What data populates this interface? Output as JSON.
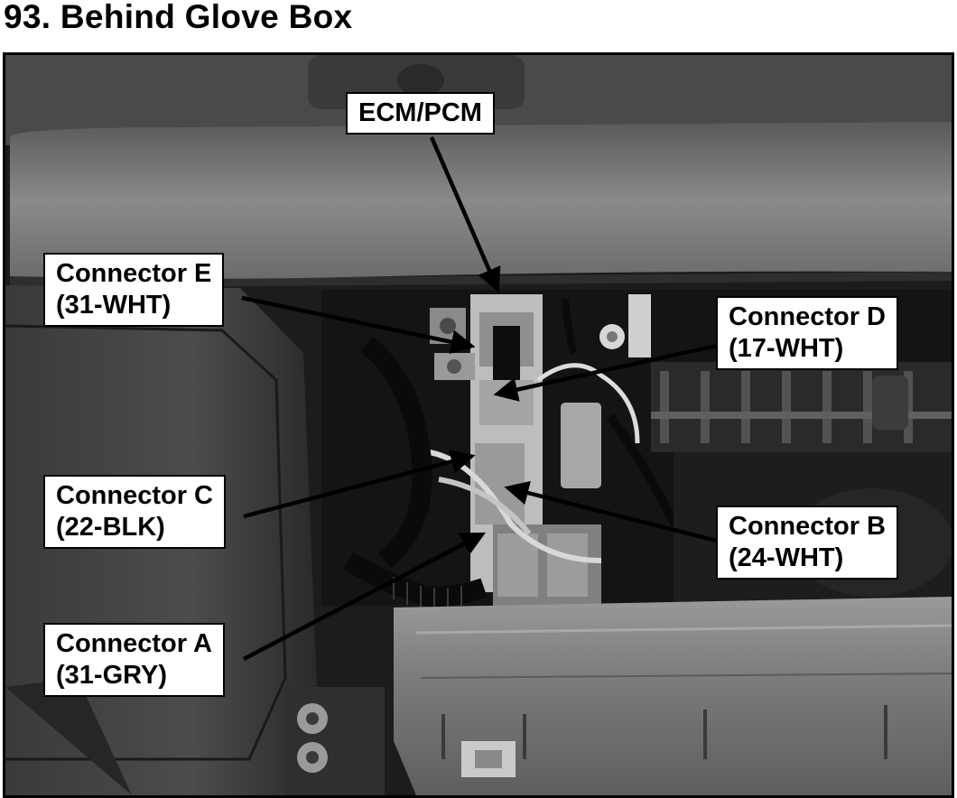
{
  "title": "93. Behind Glove Box",
  "callouts": {
    "ecm": {
      "line1": "ECM/PCM"
    },
    "conn_e": {
      "line1": "Connector E",
      "line2": "(31-WHT)"
    },
    "conn_d": {
      "line1": "Connector D",
      "line2": "(17-WHT)"
    },
    "conn_c": {
      "line1": "Connector C",
      "line2": "(22-BLK)"
    },
    "conn_b": {
      "line1": "Connector B",
      "line2": "(24-WHT)"
    },
    "conn_a": {
      "line1": "Connector A",
      "line2": "(31-GRY)"
    }
  },
  "colors": {
    "label_bg": "#ffffff",
    "label_text": "#000000",
    "arrow": "#000000"
  }
}
